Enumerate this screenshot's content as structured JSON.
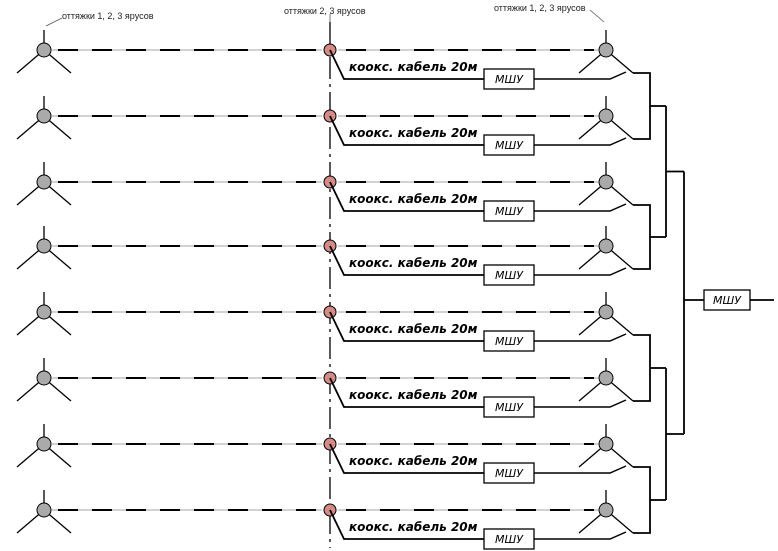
{
  "labels": {
    "left_guys": "оттяжки 1, 2, 3 ярусов",
    "middle_guys": "оттяжки 2, 3 ярусов",
    "right_guys": "оттяжки 1, 2, 3 ярусов"
  },
  "rows": [
    {
      "cable_label": "коокс. кабель 20м",
      "amp_label": "МШУ"
    },
    {
      "cable_label": "коокс. кабель 20м",
      "amp_label": "МШУ"
    },
    {
      "cable_label": "коокс. кабель 20м",
      "amp_label": "МШУ"
    },
    {
      "cable_label": "коокс. кабель 20м",
      "amp_label": "МШУ"
    },
    {
      "cable_label": "коокс. кабель 20м",
      "amp_label": "МШУ"
    },
    {
      "cable_label": "коокс. кабель 20м",
      "amp_label": "МШУ"
    },
    {
      "cable_label": "коокс. кабель 20м",
      "amp_label": "МШУ"
    },
    {
      "cable_label": "коокс. кабель 20м",
      "amp_label": "МШУ"
    }
  ],
  "output_amp_label": "МШУ",
  "colors": {
    "mast_node": "#aaaaaa",
    "center_node": "#d48a86",
    "line": "#000000",
    "wire": "#888888"
  }
}
